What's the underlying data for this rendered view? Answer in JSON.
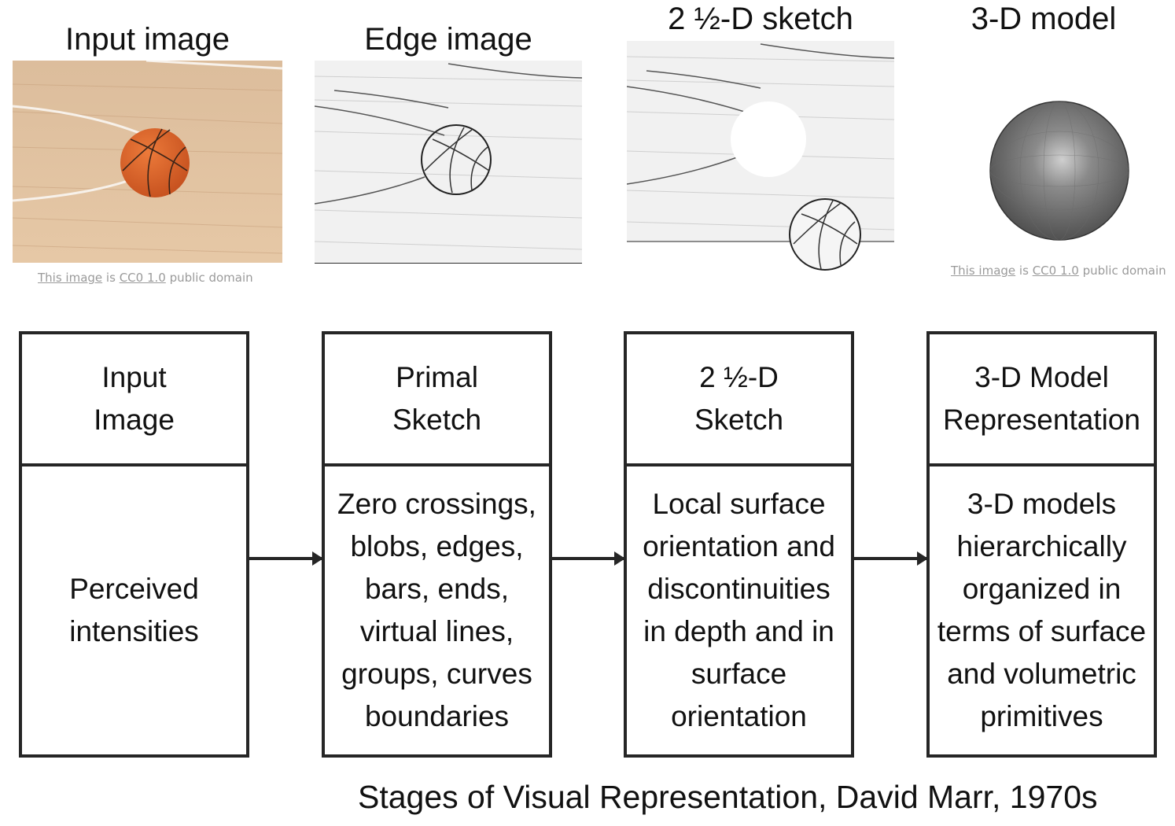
{
  "top_row": {
    "panels": [
      {
        "title": "Input image",
        "kind": "photo",
        "credit": {
          "link1": "This image",
          "mid": " is ",
          "link2": "CC0 1.0",
          "tail": " public domain"
        }
      },
      {
        "title": "Edge image",
        "kind": "edge"
      },
      {
        "title": "2 ½-D sketch",
        "kind": "sketch"
      },
      {
        "title": "3-D model",
        "kind": "sphere",
        "credit": {
          "link1": "This image",
          "mid": " is ",
          "link2": "CC0 1.0",
          "tail": " public domain"
        }
      }
    ]
  },
  "stages": [
    {
      "head": "Input\nImage",
      "body": "Perceived\nintensities"
    },
    {
      "head": "Primal\nSketch",
      "body": "Zero crossings,\nblobs, edges,\nbars, ends,\nvirtual lines,\ngroups, curves\nboundaries"
    },
    {
      "head": "2 ½-D\nSketch",
      "body": "Local surface\norientation and\ndiscontinuities\nin depth and in\nsurface\norientation"
    },
    {
      "head": "3-D Model\nRepresentation",
      "body": "3-D models\nhierarchically\norganized in\nterms of surface\nand volumetric\nprimitives"
    }
  ],
  "caption": "Stages of Visual Representation, David Marr, 1970s",
  "colors": {
    "box_border": "#262626",
    "ball": "#d9652a",
    "wood": "#e3c3a0",
    "credit_text": "#9a9a9a"
  }
}
